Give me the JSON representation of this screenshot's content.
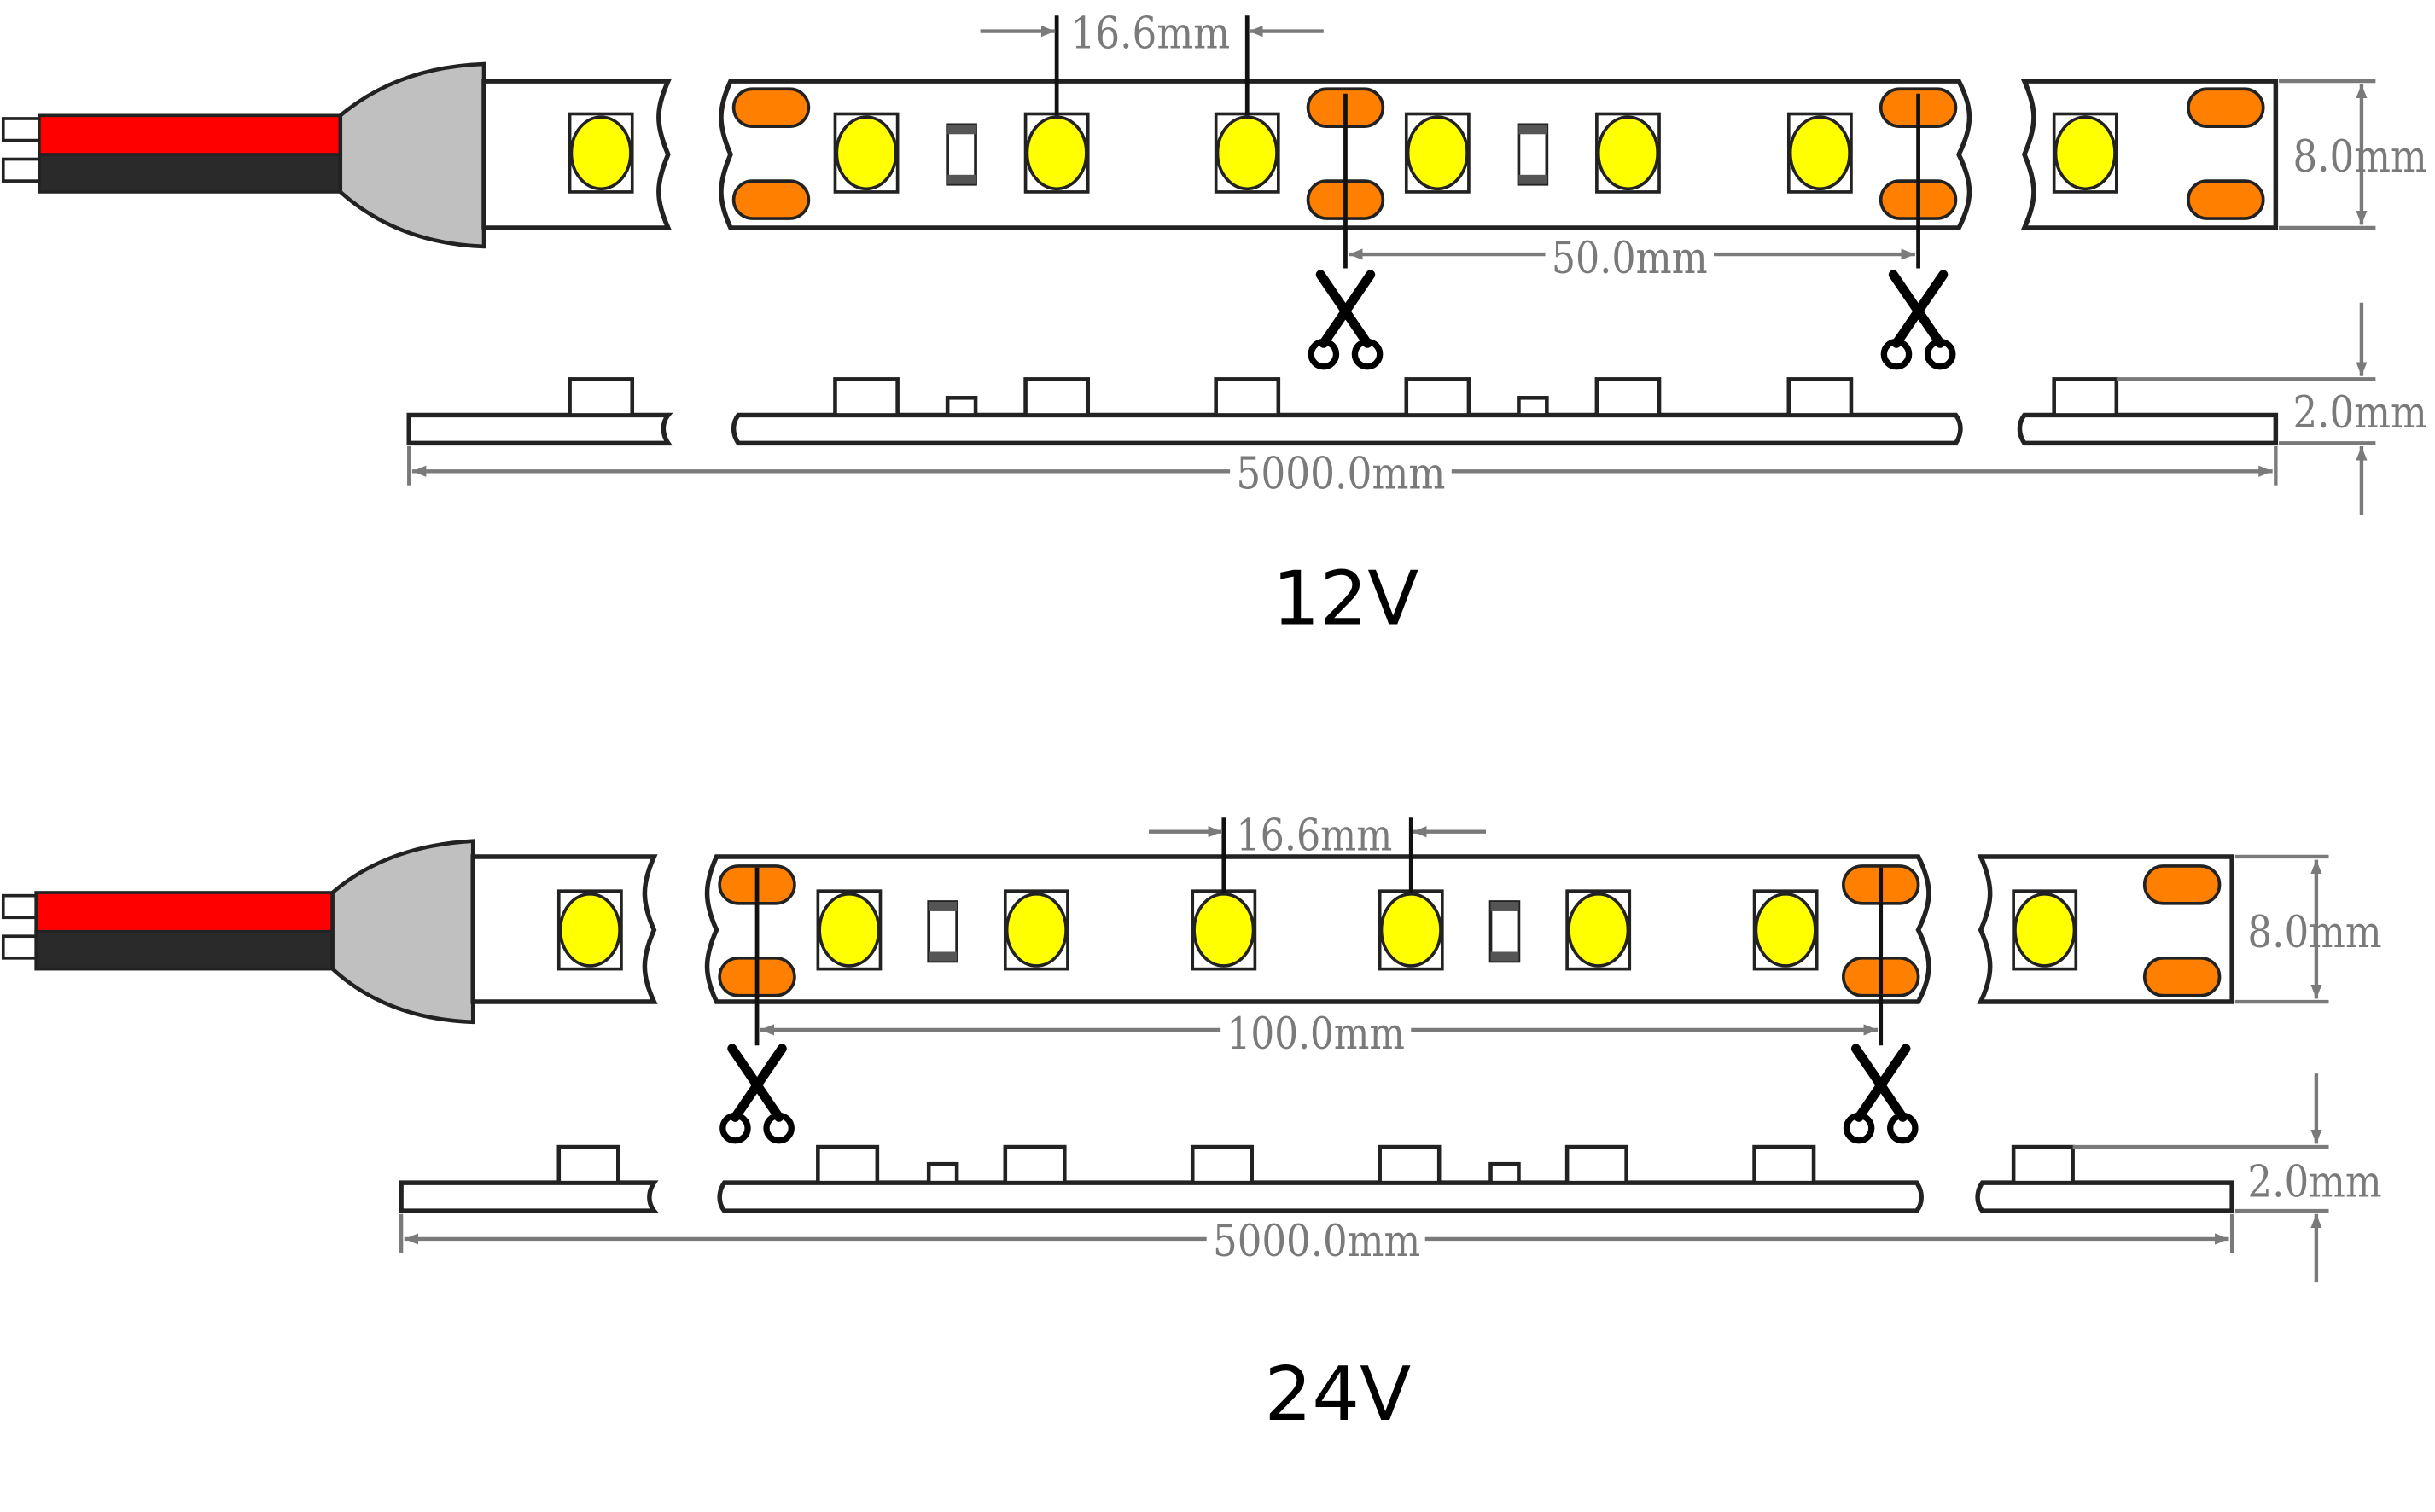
{
  "diagrams": [
    {
      "id": "12v",
      "voltage_label": "12V",
      "led_pitch": "16.6mm",
      "cut_length": "50.0mm",
      "strip_width": "8.0mm",
      "strip_height": "2.0mm",
      "total_length": "5000.0mm"
    },
    {
      "id": "24v",
      "voltage_label": "24V",
      "led_pitch": "16.6mm",
      "cut_length": "100.0mm",
      "strip_width": "8.0mm",
      "strip_height": "2.0mm",
      "total_length": "5000.0mm"
    }
  ],
  "colors": {
    "led_yellow": "#ffff00",
    "solder_pad_orange": "#ff8000",
    "wire_red": "#ff0000",
    "wire_black": "#2a2a2a",
    "connector_grey": "#c0c0c0",
    "dimension_grey": "#7a7a7a"
  },
  "icons": {
    "cut_mark": "scissors-icon"
  }
}
